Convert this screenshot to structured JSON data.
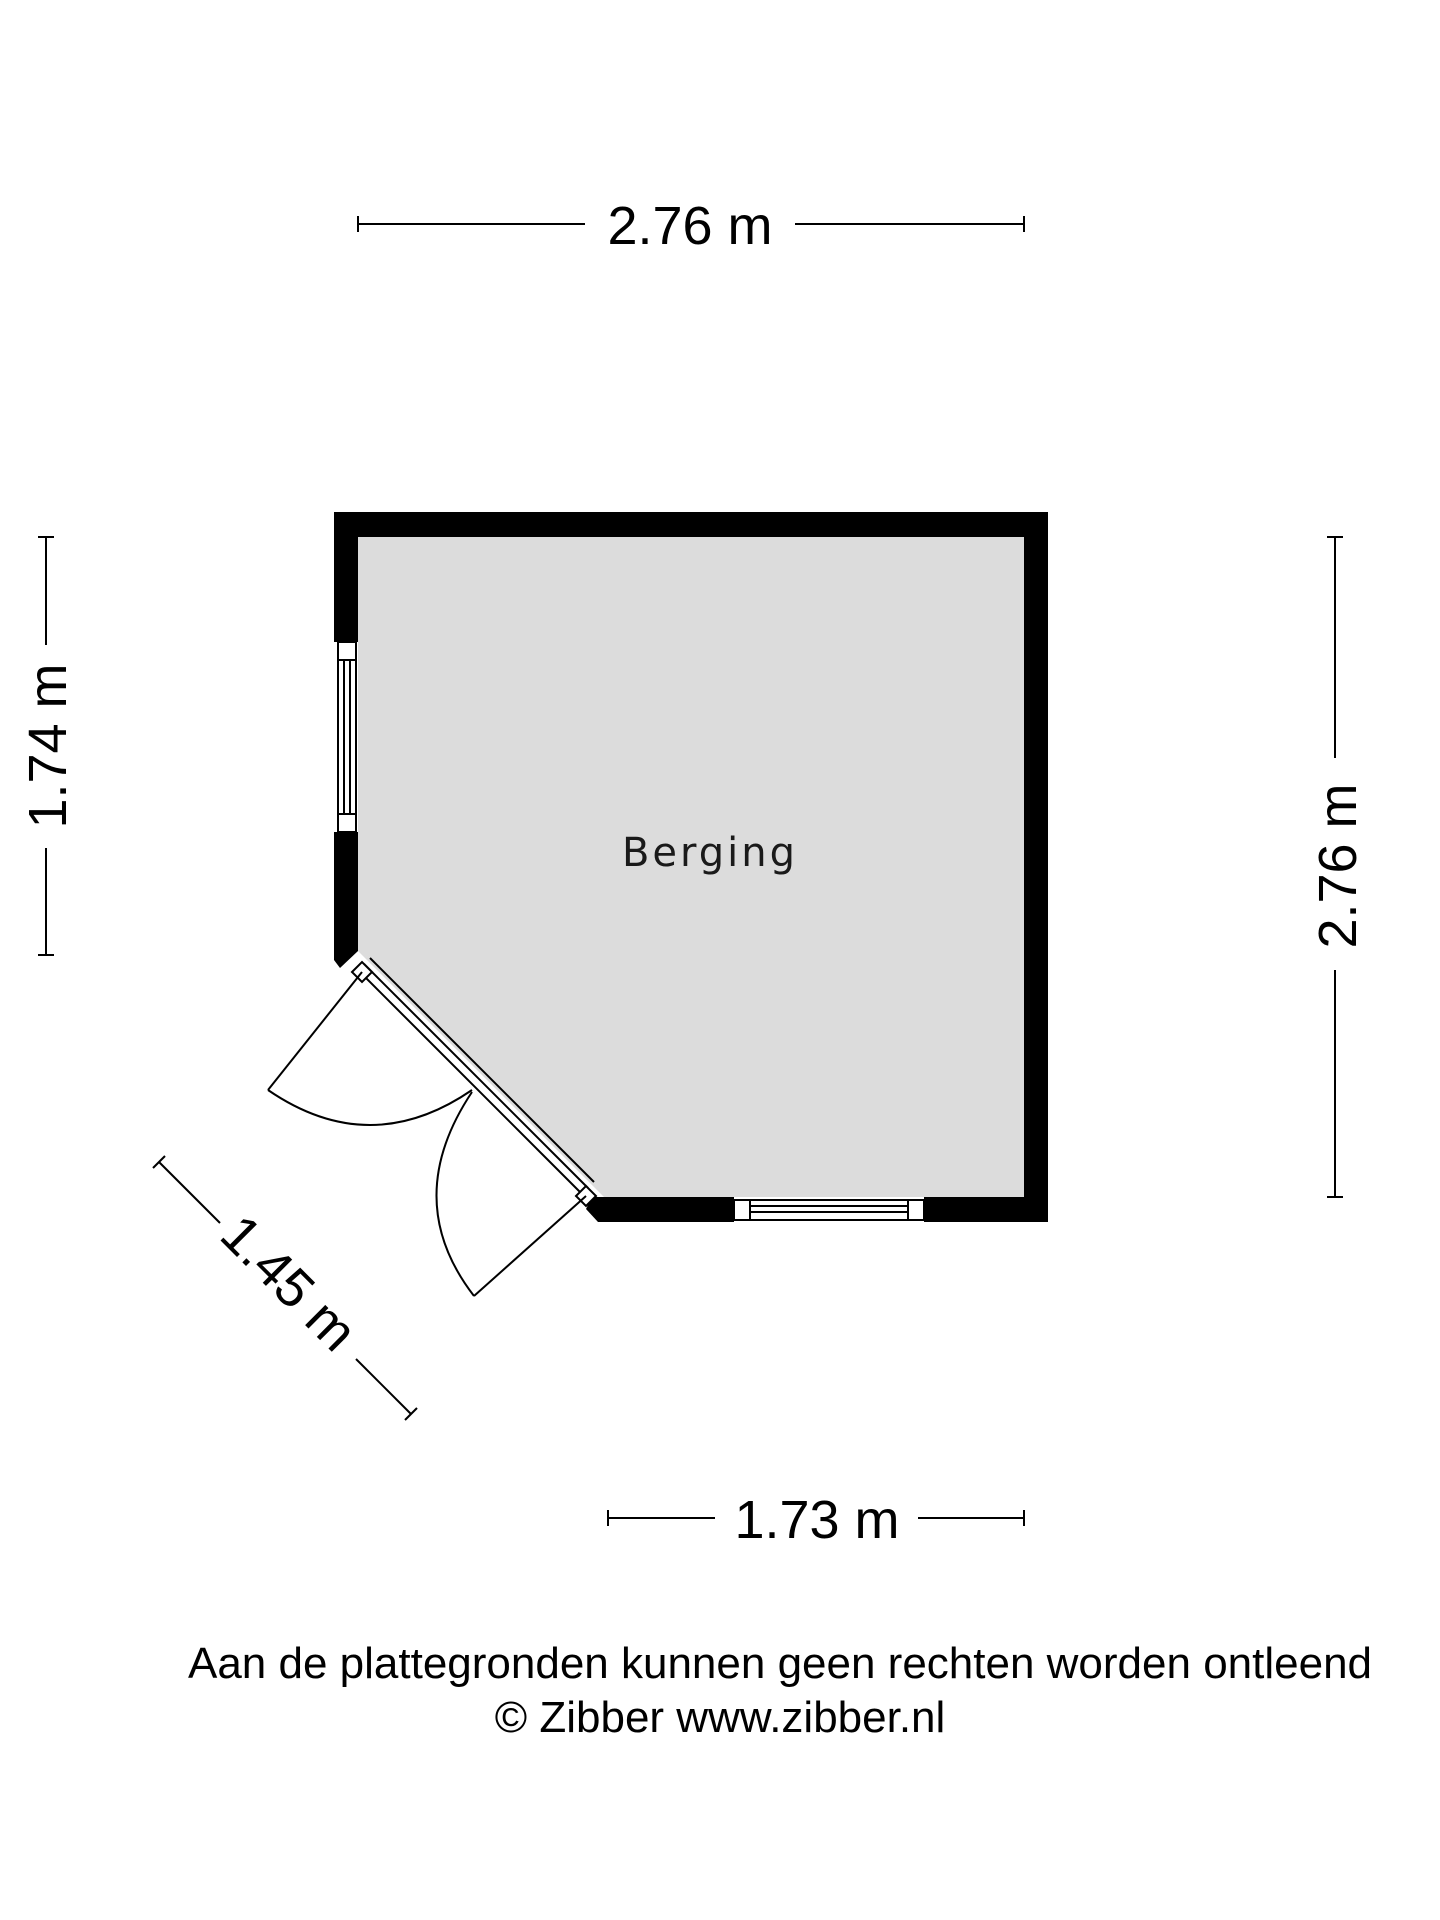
{
  "room": {
    "name": "Berging"
  },
  "dimensions": {
    "top_width": "2.76 m",
    "left_height": "1.74 m",
    "right_height": "2.76 m",
    "diagonal": "1.45 m",
    "bottom_width": "1.73 m"
  },
  "footer": {
    "disclaimer": "Aan de plattegronden kunnen geen rechten worden ontleend",
    "copyright": "© Zibber www.zibber.nl"
  },
  "colors": {
    "wall": "#000000",
    "floor": "#dcdcdc",
    "line": "#000000",
    "background": "#ffffff"
  }
}
